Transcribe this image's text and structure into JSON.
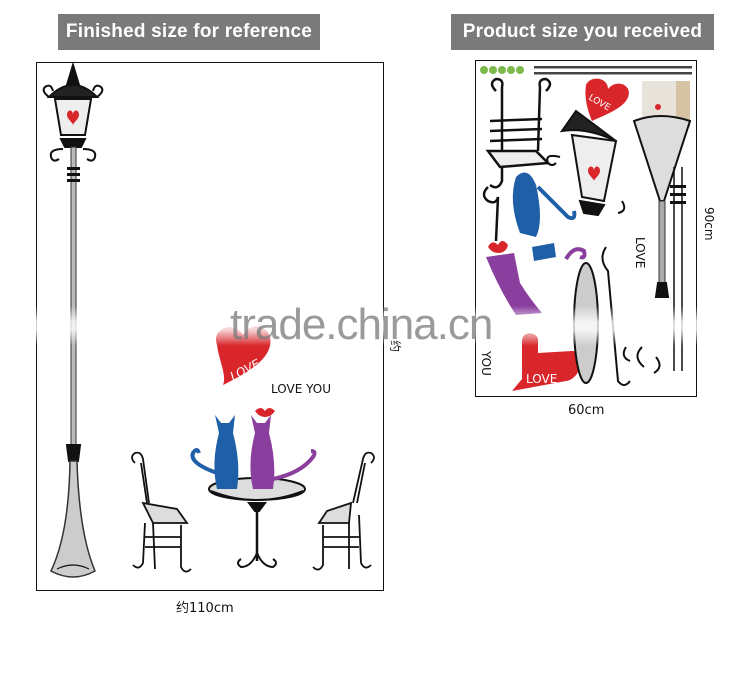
{
  "left_panel": {
    "banner": "Finished size for reference",
    "width_label": "约110cm",
    "height_label": "约",
    "sticker_text": {
      "heart_love": "LOVE",
      "love_you": "LOVE YOU"
    },
    "elements": [
      "street-lamp",
      "love-heart",
      "love-you-text",
      "blue-cat",
      "purple-cat",
      "cafe-table",
      "chair-left",
      "chair-right"
    ]
  },
  "right_panel": {
    "banner": "Product size you received",
    "width_label": "60cm",
    "height_label": "90cm",
    "sticker_text": {
      "heart_top": "LOVE",
      "heart_bottom": "LOVE",
      "vertical_love": "LOVE",
      "vertical_you": "YOU"
    }
  },
  "watermark": "trade.china.cn",
  "colors": {
    "banner_bg": "#7a7a7a",
    "banner_text": "#ffffff",
    "heart_red": "#d8262b",
    "cat_blue": "#1f5fa8",
    "cat_purple": "#8a3f9e",
    "line_black": "#111111",
    "lamp_gray": "#c9c9c9"
  }
}
